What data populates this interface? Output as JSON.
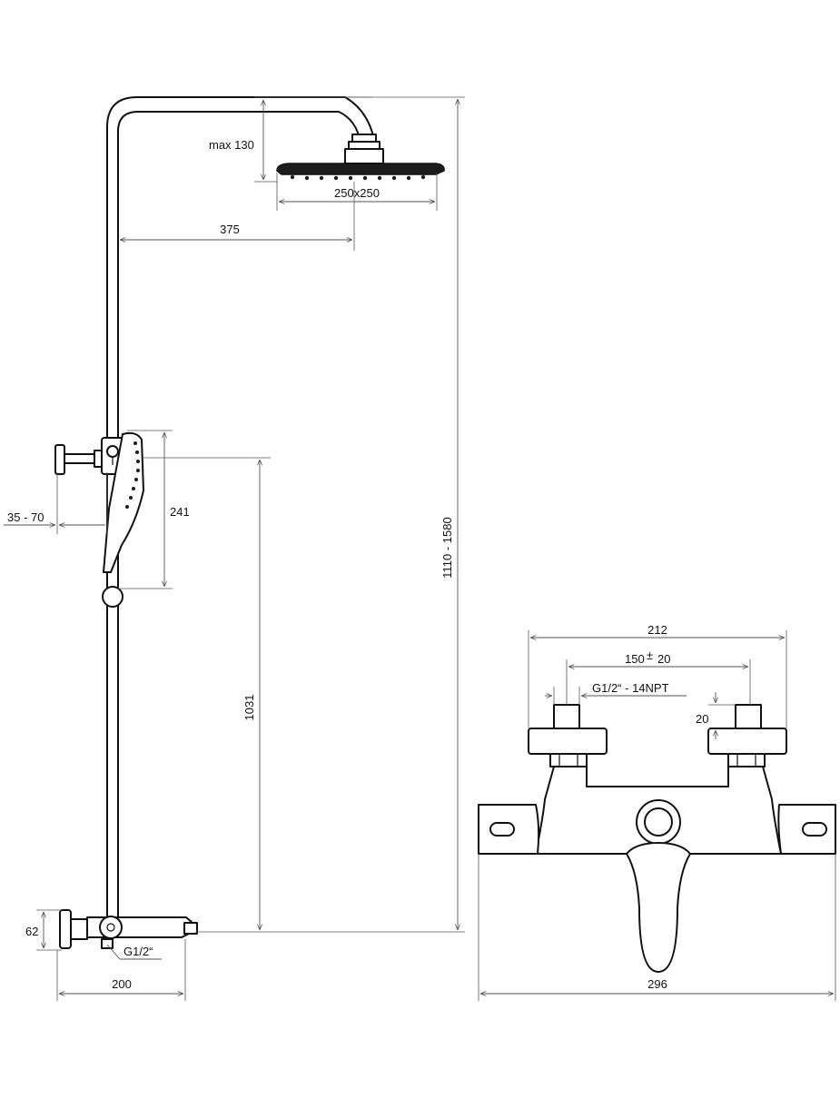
{
  "labels": {
    "headrest_height": "max 130",
    "head_size": "250x250",
    "arm_reach": "375",
    "total_height": "1110 - 1580",
    "wall_gap": "35 - 70",
    "handshower_len": "241",
    "holder_height": "1031",
    "mixer_height": "62",
    "connection": "G1/2“",
    "projection": "200",
    "width_outer": "212",
    "centres": "150",
    "centres_tol": "20",
    "thread": "G1/2“ - 14NPT",
    "eccentric_depth": "20",
    "mixer_width": "296"
  },
  "colors": {
    "line": "#111111",
    "dimension": "#555555",
    "head_fill": "#1c1c1c"
  }
}
